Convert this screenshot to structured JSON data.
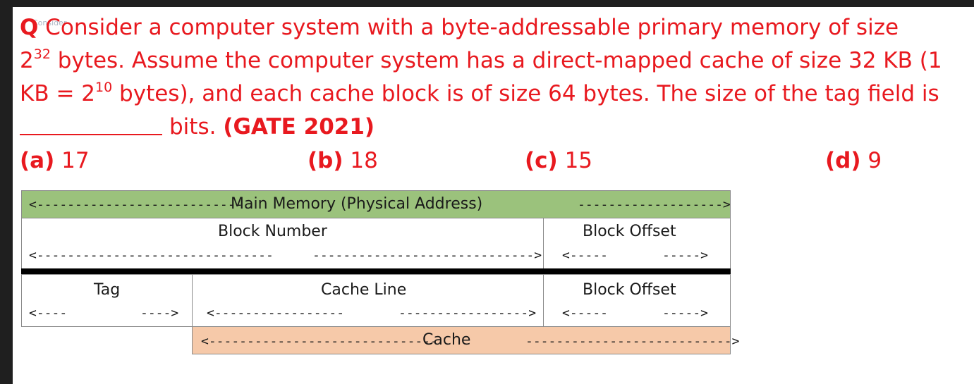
{
  "question": {
    "q_label": "Q",
    "watermark": "Consider",
    "line1": "Consider a computer system with a byte-addressable primary memory of size",
    "line2_base": "2",
    "line2_exp": "32",
    "line2_rest": " bytes. Assume the computer system has a direct-mapped cache of size 32 KB (1",
    "line3_pre": "KB = 2",
    "line3_exp": "10",
    "line3_rest": " bytes), and each cache block is of size 64 bytes. The size of the tag field is",
    "line4_text": "bits. ",
    "line4_bold": "(GATE 2021)"
  },
  "options": [
    {
      "label": "(a)",
      "value": "17"
    },
    {
      "label": "(b)",
      "value": "18"
    },
    {
      "label": "(c)",
      "value": "15"
    },
    {
      "label": "(d)",
      "value": "9"
    }
  ],
  "diagram": {
    "main_memory": {
      "left_arrow": "<---------------------------",
      "title": "Main Memory (Physical Address)",
      "right_arrow": "------------------->",
      "color": "#9bc27c"
    },
    "block_number": {
      "label": "Block Number",
      "left_arrow": "<-------------------------------",
      "right_arrow": "----------------------------->"
    },
    "block_offset_top": {
      "label": "Block Offset",
      "left_arrow": "<-----",
      "right_arrow": "----->"
    },
    "tag": {
      "label": "Tag",
      "left_arrow": "<----",
      "right_arrow": "---->"
    },
    "cache_line": {
      "label": "Cache Line",
      "left_arrow": "<-----------------",
      "right_arrow": "----------------->"
    },
    "block_offset_bottom": {
      "label": "Block Offset",
      "left_arrow": "<-----",
      "right_arrow": "----->"
    },
    "cache": {
      "left_arrow": "<------------------------------",
      "title": "Cache",
      "right_arrow": "--------------------------->",
      "color": "#f6c9a9"
    }
  }
}
